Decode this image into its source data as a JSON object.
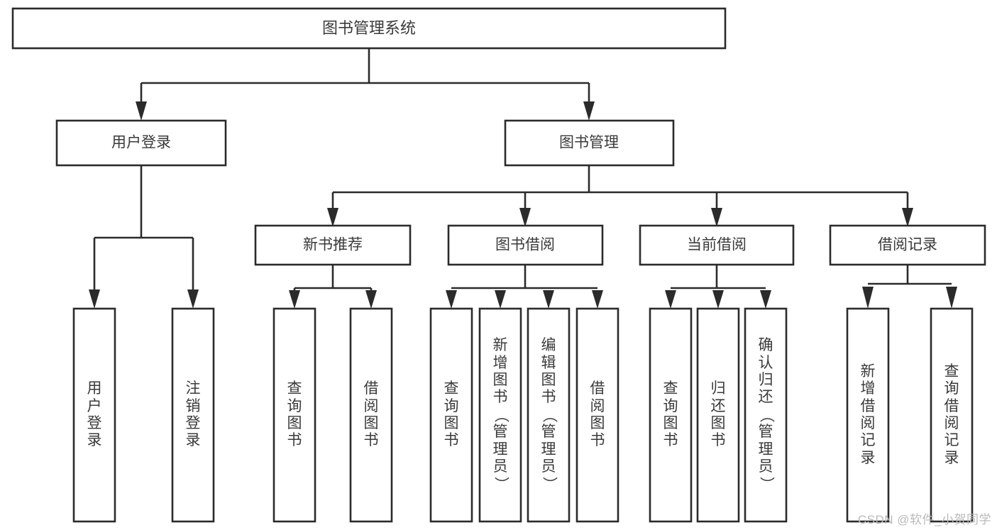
{
  "diagram": {
    "type": "tree-hierarchy",
    "title": "图书管理系统",
    "watermark": "CSDN @软件_小贺同学",
    "colors": {
      "background": "#ffffff",
      "box_fill": "#ffffff",
      "box_stroke": "#2b2b2b",
      "text": "#3a3a3a",
      "watermark": "#b9b9b9"
    },
    "root": {
      "label": "图书管理系统",
      "orientation": "horizontal"
    },
    "level2": [
      {
        "label": "用户登录",
        "orientation": "horizontal"
      },
      {
        "label": "图书管理",
        "orientation": "horizontal"
      }
    ],
    "level3": [
      {
        "label": "新书推荐",
        "orientation": "horizontal"
      },
      {
        "label": "图书借阅",
        "orientation": "horizontal"
      },
      {
        "label": "当前借阅",
        "orientation": "horizontal"
      },
      {
        "label": "借阅记录",
        "orientation": "horizontal"
      }
    ],
    "leaves": {
      "user_login": [
        {
          "label": "用户登录",
          "chars": [
            "用",
            "户",
            "登",
            "录"
          ]
        },
        {
          "label": "注销登录",
          "chars": [
            "注",
            "销",
            "登",
            "录"
          ]
        }
      ],
      "new_book_recommend": [
        {
          "label": "查询图书",
          "chars": [
            "查",
            "询",
            "图",
            "书"
          ]
        },
        {
          "label": "借阅图书",
          "chars": [
            "借",
            "阅",
            "图",
            "书"
          ]
        }
      ],
      "book_borrow": [
        {
          "label": "查询图书",
          "chars": [
            "查",
            "询",
            "图",
            "书"
          ]
        },
        {
          "label": "新增图书（管理员）",
          "chars": [
            "新",
            "增",
            "图",
            "书",
            "（",
            "管",
            "理",
            "员",
            "）"
          ]
        },
        {
          "label": "编辑图书（管理员）",
          "chars": [
            "编",
            "辑",
            "图",
            "书",
            "（",
            "管",
            "理",
            "员",
            "）"
          ]
        },
        {
          "label": "借阅图书",
          "chars": [
            "借",
            "阅",
            "图",
            "书"
          ]
        }
      ],
      "current_borrow": [
        {
          "label": "查询图书",
          "chars": [
            "查",
            "询",
            "图",
            "书"
          ]
        },
        {
          "label": "归还图书",
          "chars": [
            "归",
            "还",
            "图",
            "书"
          ]
        },
        {
          "label": "确认归还（管理员）",
          "chars": [
            "确",
            "认",
            "归",
            "还",
            "（",
            "管",
            "理",
            "员",
            "）"
          ]
        }
      ],
      "borrow_record": [
        {
          "label": "新增借阅记录",
          "chars": [
            "新",
            "增",
            "借",
            "阅",
            "记",
            "录"
          ]
        },
        {
          "label": "查询借阅记录",
          "chars": [
            "查",
            "询",
            "借",
            "阅",
            "记",
            "录"
          ]
        }
      ]
    }
  }
}
